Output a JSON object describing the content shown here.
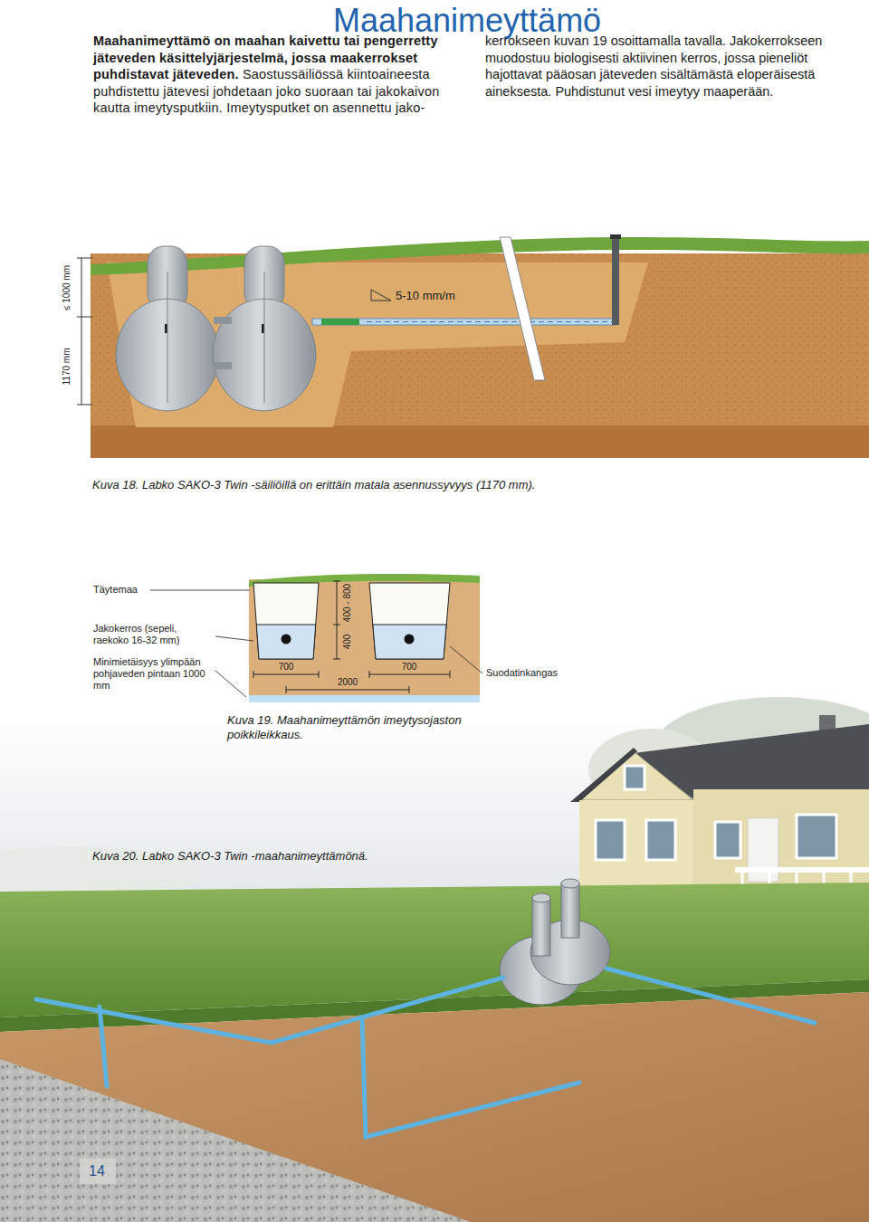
{
  "diagram": {
    "title": "Maahanimeyttämö",
    "labels": [
      "Maahanimeyttämö on maahan kaivettu tai pengerretty jäteveden käsittelyjärjestelmä, jossa maakerrokset puhdistavat jäteveden.",
      "Saostussäiliössä kiintoaineesta puhdistettu jätevesi johdetaan joko suoraan tai jakokaivon kautta imeytysputkiin. Imeytysputket on asennettu jako-",
      "kerrokseen kuvan 19 osoittamalla tavalla. Jakokerrokseen muodostuu biologisesti aktiivinen kerros, jossa pieneliöt hajottavat pääosan jäteveden sisältämästä eloperäisestä aineksesta. Puhdistunut vesi imeytyy maaperään.",
      "≤ 1000 mm",
      "1170 mm",
      "5-10 mm/m",
      "Kuva 18. Labko SAKO-3 Twin -säiliöillä on erittäin matala asennussyvyys (1170 mm).",
      "Täytemaa",
      "Jakokerros (sepeli, raekoko 16-32 mm)",
      "Minimietäisyys ylimpään pohjaveden pintaan 1000 mm",
      "400 - 800",
      "400",
      "700",
      "2000",
      "700",
      "Suodatinkangas",
      "Kuva 19. Maahanimeyttämön imeytysojaston poikkileikkaus.",
      "Kuva 20. Labko SAKO-3 Twin -maahanimeyttämönä.",
      "14"
    ]
  }
}
